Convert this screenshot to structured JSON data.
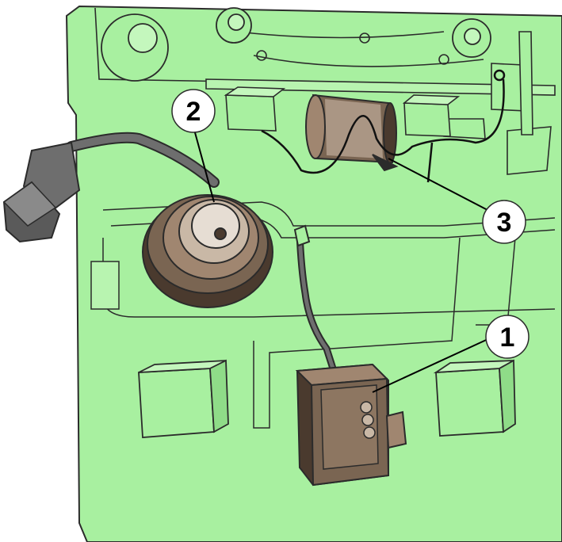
{
  "colors": {
    "panel": "#a8f0a0",
    "outline": "#2b2b2b",
    "component_brown": "#7a6552",
    "component_dark": "#4a3a2e",
    "component_light": "#d8cbbd",
    "connector_gray": "#6e6e6e",
    "callout_fill": "#ffffff"
  },
  "callouts": [
    {
      "id": "1",
      "label": "1"
    },
    {
      "id": "2",
      "label": "2"
    },
    {
      "id": "3",
      "label": "3"
    }
  ],
  "icons": [
    "control-module",
    "round-sensor",
    "cylindrical-actuator",
    "wire-connector"
  ]
}
